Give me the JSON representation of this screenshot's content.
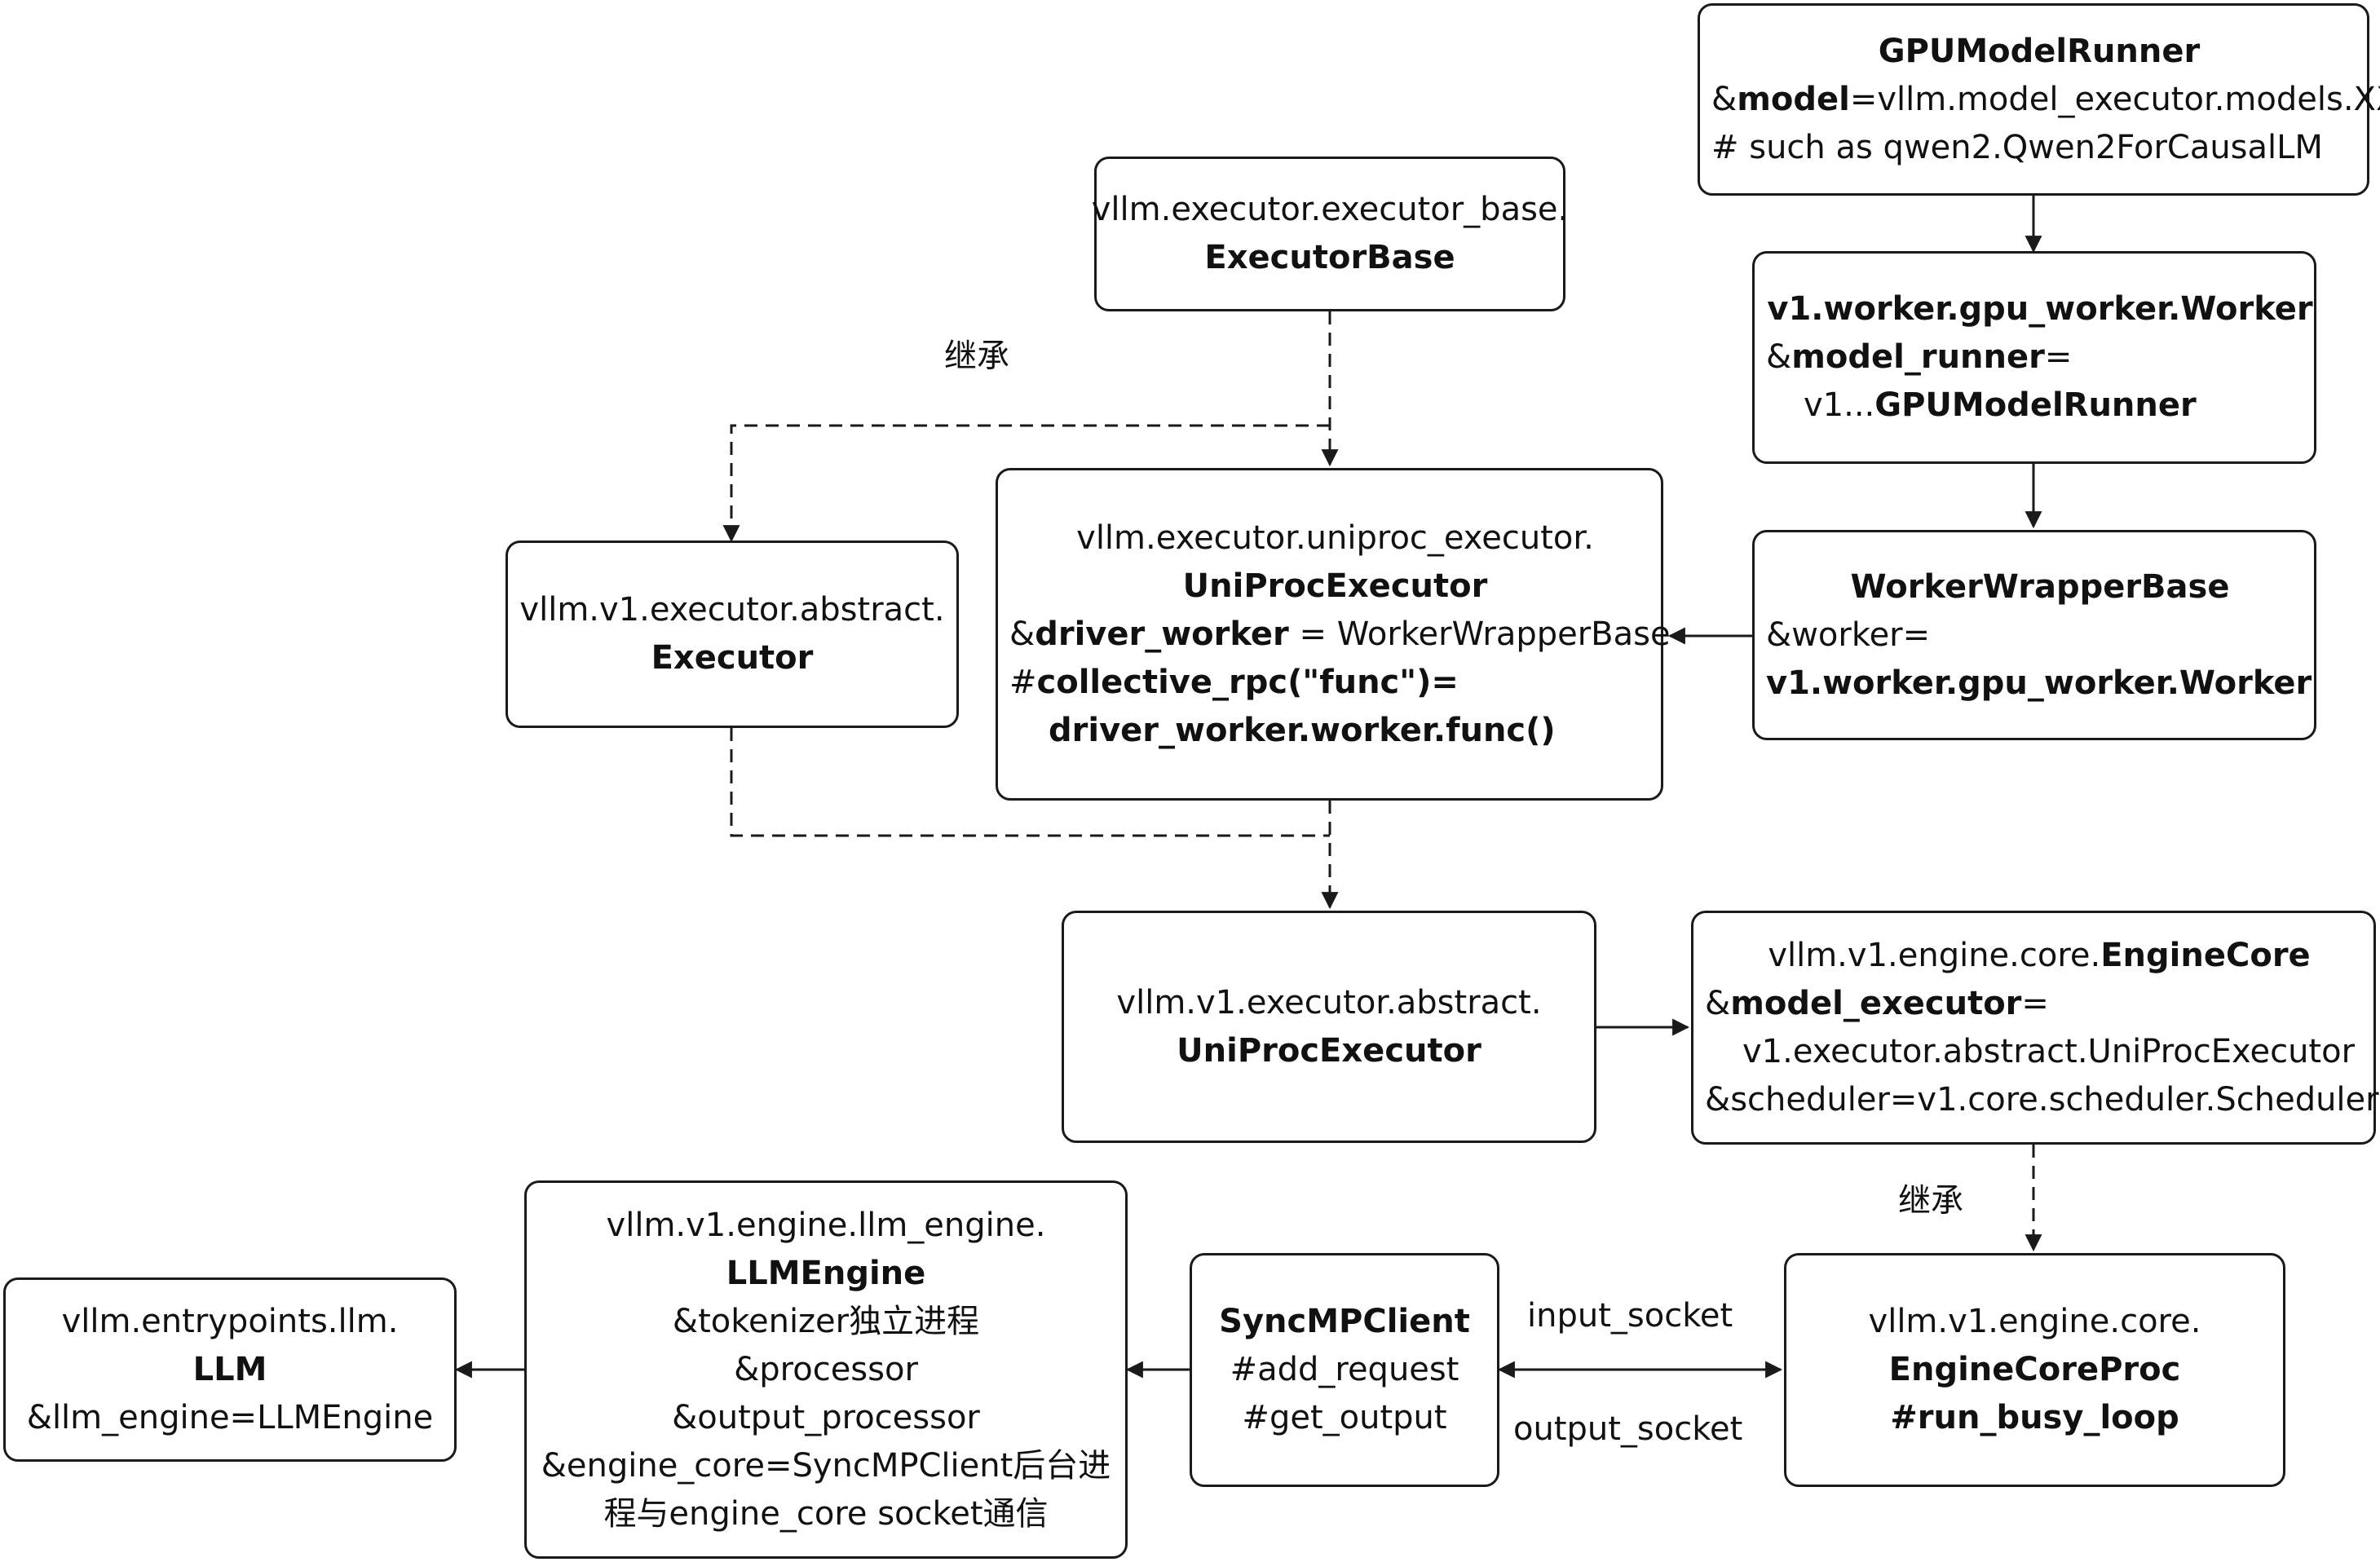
{
  "nodes": {
    "gpu_model_runner": {
      "l1": "GPUModelRunner",
      "l2a": "&",
      "l2b": "model",
      "l2c": "=vllm.model_executor.models.XX",
      "l3": "# such as qwen2.Qwen2ForCausalLM"
    },
    "executor_base": {
      "l1": "vllm.executor.executor_base.",
      "l2": "ExecutorBase"
    },
    "gpu_worker": {
      "l1": "v1.worker.gpu_worker.Worker",
      "l2a": "&",
      "l2b": "model_runner",
      "l2c": "=",
      "l3a": "v1...",
      "l3b": "GPUModelRunner"
    },
    "uniproc_executor": {
      "l1": "vllm.executor.uniproc_executor.",
      "l2": "UniProcExecutor",
      "l3a": "&",
      "l3b": "driver_worker",
      "l3c": " = WorkerWrapperBase",
      "l4a": "#",
      "l4b": "collective_rpc(\"func\")=",
      "l5": "driver_worker.worker.func()"
    },
    "v1_executor": {
      "l1": "vllm.v1.executor.abstract.",
      "l2": "Executor"
    },
    "worker_wrapper": {
      "l1": "WorkerWrapperBase",
      "l2": "&worker=",
      "l3": "v1.worker.gpu_worker.Worker"
    },
    "v1_uniproc": {
      "l1": "vllm.v1.executor.abstract.",
      "l2": "UniProcExecutor"
    },
    "engine_core": {
      "l1a": "vllm.v1.engine.core.",
      "l1b": "EngineCore",
      "l2a": "&",
      "l2b": "model_executor",
      "l2c": "=",
      "l3": "v1.executor.abstract.UniProcExecutor",
      "l4": "&scheduler=v1.core.scheduler.Scheduler"
    },
    "llm_engine": {
      "l1": "vllm.v1.engine.llm_engine.",
      "l2": "LLMEngine",
      "l3": "&tokenizer独立进程",
      "l4": "&processor",
      "l5": "&output_processor",
      "l6": "&engine_core=SyncMPClient后台进",
      "l7": "程与engine_core socket通信"
    },
    "sync_mp_client": {
      "l1": "SyncMPClient",
      "l2": "#add_request",
      "l3": "#get_output"
    },
    "engine_core_proc": {
      "l1": "vllm.v1.engine.core.",
      "l2": "EngineCoreProc",
      "l3": "#run_busy_loop"
    },
    "llm": {
      "l1": "vllm.entrypoints.llm.",
      "l2": "LLM",
      "l3": "&llm_engine=LLMEngine"
    }
  },
  "labels": {
    "inherit_top": "继承",
    "inherit_bottom": "继承",
    "input_socket": "input_socket",
    "output_socket": "output_socket"
  }
}
